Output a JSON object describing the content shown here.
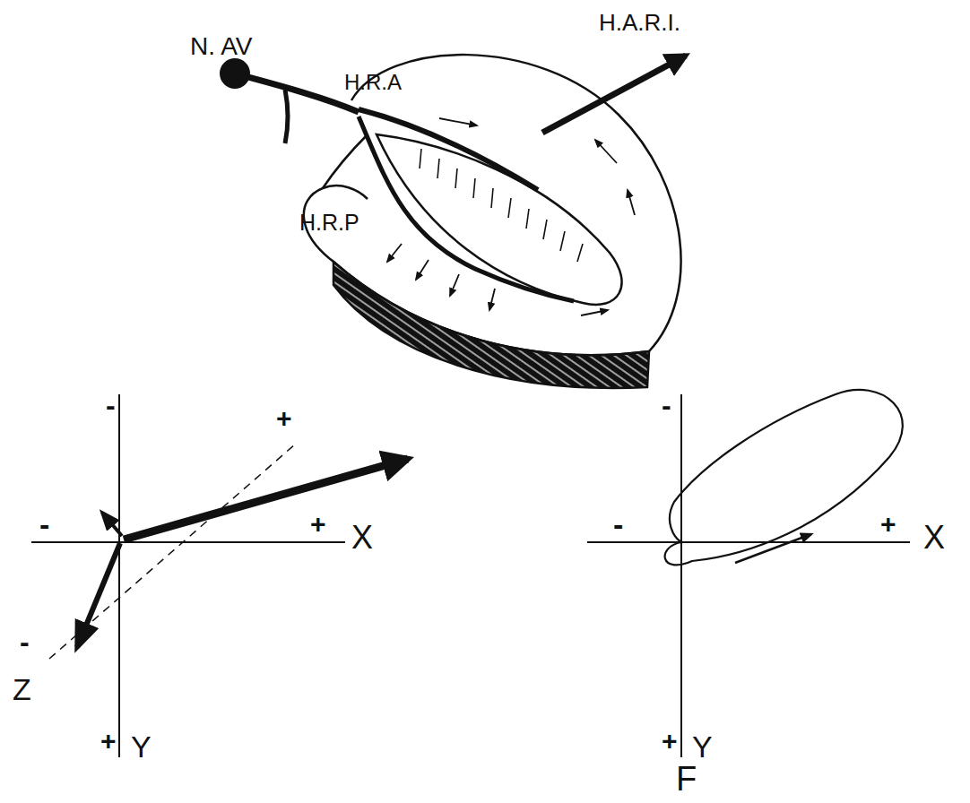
{
  "diagram": {
    "labels": [
      "H.A.R.I.",
      "N. AV",
      "H.R.A",
      "H.R.P",
      "-",
      "+",
      "-",
      "+",
      "X",
      "-",
      "Z",
      "+",
      "Y",
      "-",
      "-",
      "+",
      "X",
      "+",
      "Y",
      "F"
    ]
  }
}
